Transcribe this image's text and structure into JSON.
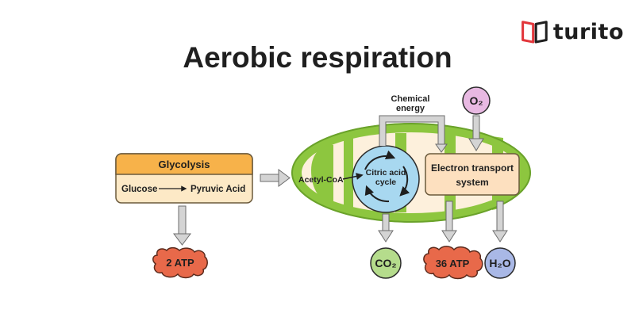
{
  "brand": {
    "name": "turito"
  },
  "title": "Aerobic respiration",
  "glycolysis": {
    "header": "Glycolysis",
    "input": "Glucose",
    "output": "Pyruvic Acid",
    "product": "2 ATP"
  },
  "mitochondrion": {
    "acetyl_coa": "Acetyl-CoA",
    "citric_cycle_line1": "Citric acid",
    "citric_cycle_line2": "cycle",
    "chemical_energy_line1": "Chemical",
    "chemical_energy_line2": "energy",
    "etc_line1": "Electron transport",
    "etc_line2": "system",
    "oxygen": "O₂"
  },
  "products": {
    "co2": "CO₂",
    "atp": "36 ATP",
    "water": "H₂O"
  },
  "colors": {
    "glycolysis_header": "#f7b24a",
    "glycolysis_body": "#fde9c6",
    "mito_outer": "#8dc63f",
    "mito_inner": "#fdf0dc",
    "citric_cycle": "#a8d8f0",
    "etc_box": "#fde0bf",
    "atp_blob": "#e8694a",
    "co2_circle": "#b5dc8c",
    "o2_circle": "#e8b9e2",
    "water_circle": "#a9b8e6",
    "arrow": "#c8c8c8",
    "brand_red": "#e2363b"
  }
}
